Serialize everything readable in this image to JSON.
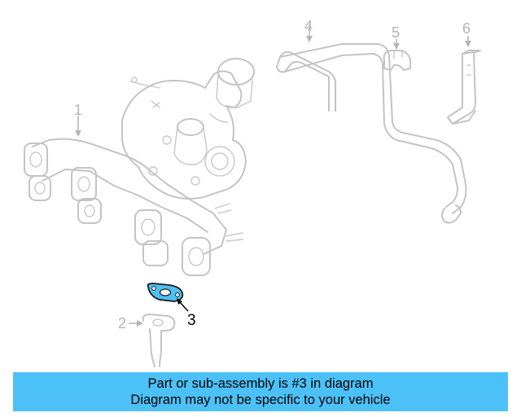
{
  "callouts": [
    {
      "label": "1"
    },
    {
      "label": "2"
    },
    {
      "label": "3"
    },
    {
      "label": "4"
    },
    {
      "label": "5"
    },
    {
      "label": "6"
    }
  ],
  "highlighted_part": "3",
  "colors": {
    "highlight_part": "#4cc1f7",
    "banner": "#4cc1f7",
    "ghost_lines": "#c4c4c4"
  },
  "banner": {
    "line1": "Part or sub-assembly is #3 in diagram",
    "line2": "Diagram may not be specific to your vehicle"
  }
}
